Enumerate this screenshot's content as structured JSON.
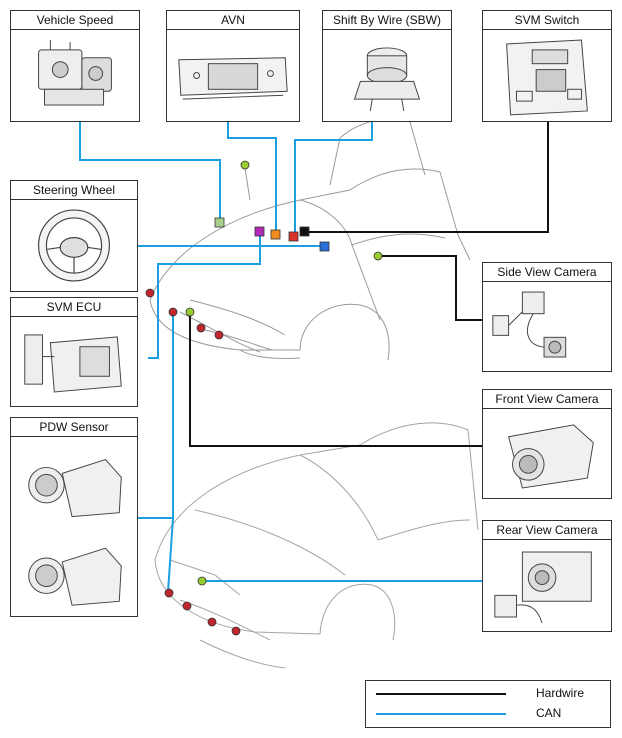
{
  "panels": {
    "vehicle_speed": "Vehicle Speed",
    "avn": "AVN",
    "sbw": "Shift By Wire (SBW)",
    "svm_switch": "SVM Switch",
    "steering_wheel": "Steering Wheel",
    "svm_ecu": "SVM ECU",
    "pdw_sensor": "PDW Sensor",
    "side_view_camera": "Side View Camera",
    "front_view_camera": "Front View Camera",
    "rear_view_camera": "Rear View Camera"
  },
  "legend": {
    "hardwire_label": "Hardwire",
    "can_label": "CAN"
  },
  "colors": {
    "hardwire": "#111111",
    "can": "#1a9fe0",
    "node_vehicle_speed": "#a8d08d",
    "node_avn": "#f28c1e",
    "node_sbw": "#d9342b",
    "node_svm_switch": "#111111",
    "node_steering": "#b02ab5",
    "node_ecu": "#2a6fd6",
    "node_camera": "#9acd32",
    "node_sensor": "#c0272d"
  }
}
